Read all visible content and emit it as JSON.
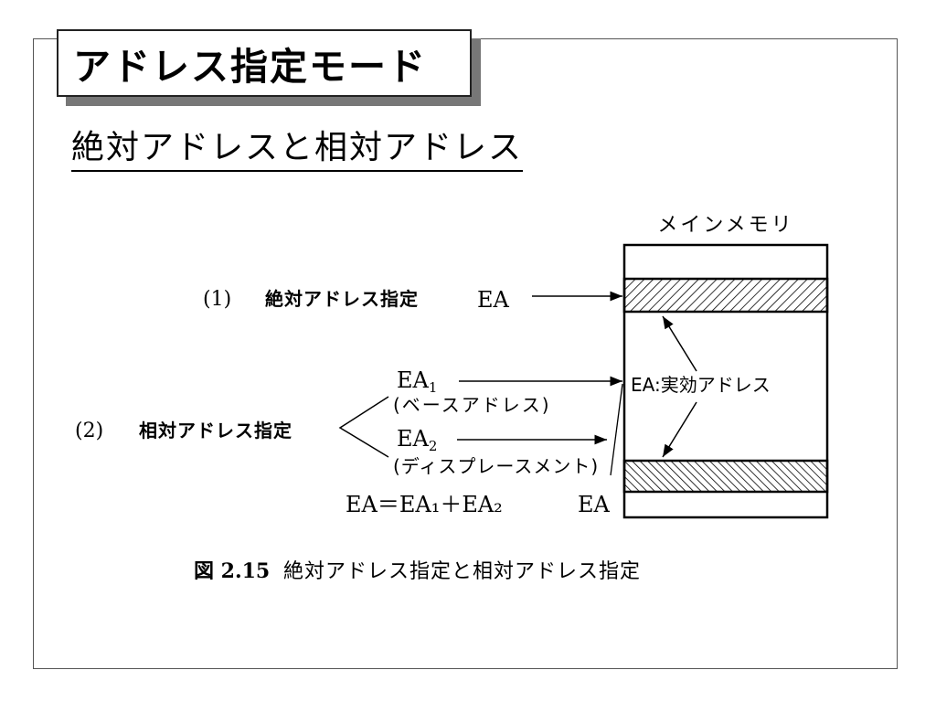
{
  "slide": {
    "title": "アドレス指定モード",
    "subtitle": "絶対アドレスと相対アドレス"
  },
  "diagram": {
    "memory_label": "メインメモリ",
    "abs_num": "(1)",
    "abs_label": "絶対アドレス指定",
    "abs_ea": "EA",
    "rel_num": "(2)",
    "rel_label": "相対アドレス指定",
    "ea1_base": "EA",
    "ea1_sub": "1",
    "base_addr_note": "(ベースアドレス)",
    "ea2_base": "EA",
    "ea2_sub": "2",
    "disp_note": "(ディスプレースメント)",
    "formula": "EA＝EA₁＋EA₂",
    "formula_ea": "EA",
    "effective_label": "EA:実効アドレス",
    "caption_num": "図 2.15",
    "caption_text": "絶対アドレス指定と相対アドレス指定"
  }
}
